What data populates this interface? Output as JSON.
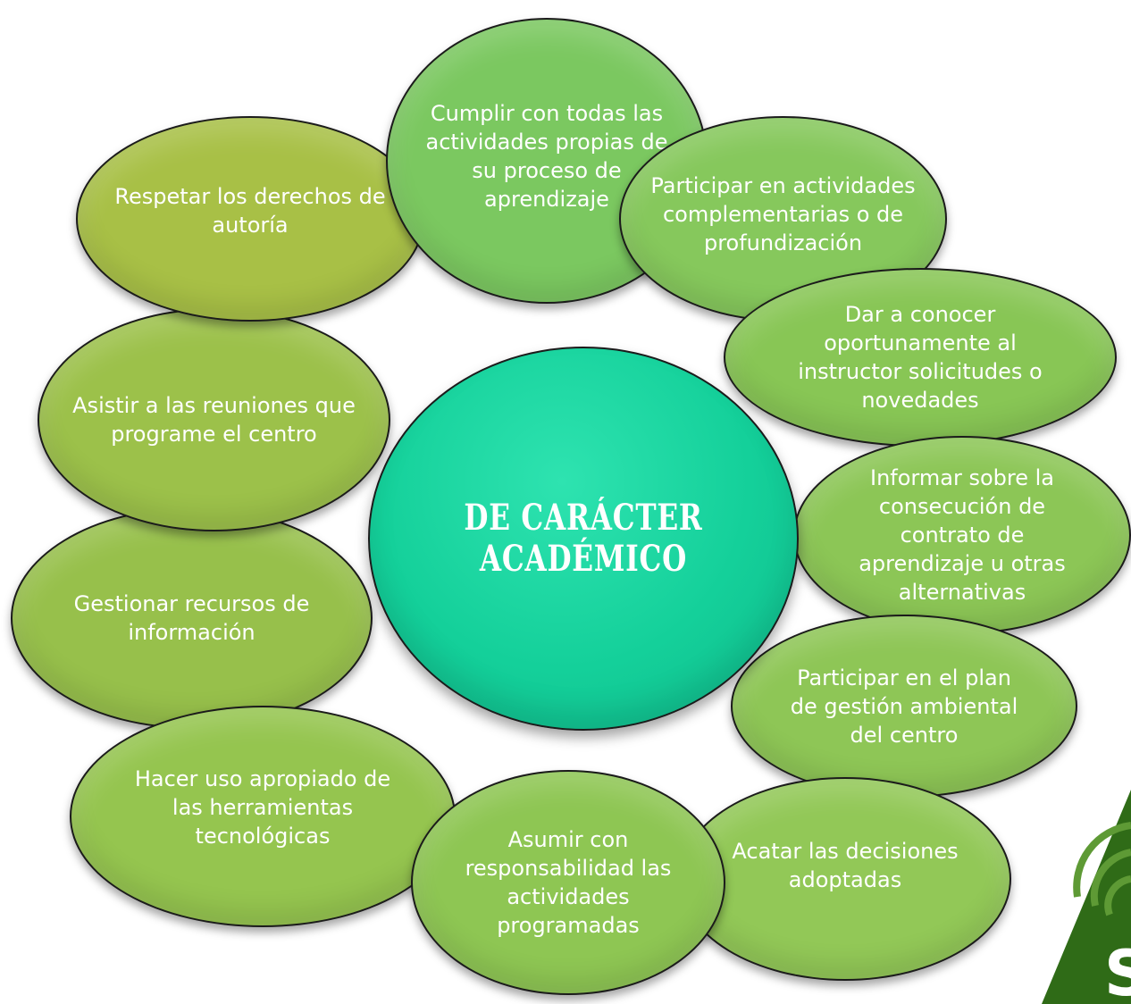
{
  "diagram": {
    "center": {
      "label": "DE CARÁCTER ACADÉMICO",
      "color": "#14d09a"
    },
    "items": [
      {
        "label": "Cumplir con todas las actividades propias de su proceso de aprendizaje",
        "color": "#7bc860"
      },
      {
        "label": "Participar en actividades complementarias o de profundización",
        "color": "#86c85c"
      },
      {
        "label": "Dar a conocer oportunamente al instructor solicitudes o novedades",
        "color": "#88c655"
      },
      {
        "label": "Informar sobre la consecución de contrato de aprendizaje u otras alternativas",
        "color": "#8cc656"
      },
      {
        "label": "Participar en el plan de gestión ambiental del centro",
        "color": "#8ec656"
      },
      {
        "label": "Acatar las decisiones adoptadas",
        "color": "#92c857"
      },
      {
        "label": "Asumir con responsabilidad las actividades programadas",
        "color": "#8ec653"
      },
      {
        "label": "Hacer uso apropiado de las herramientas tecnológicas",
        "color": "#95c54f"
      },
      {
        "label": "Gestionar recursos de información",
        "color": "#97c04b"
      },
      {
        "label": "Asistir a las reuniones que programe el centro",
        "color": "#9cc14a"
      },
      {
        "label": "Respetar los derechos de autoría",
        "color": "#a8c046"
      }
    ],
    "logo": {
      "letter": "S",
      "color": "#3c7a1e"
    }
  }
}
